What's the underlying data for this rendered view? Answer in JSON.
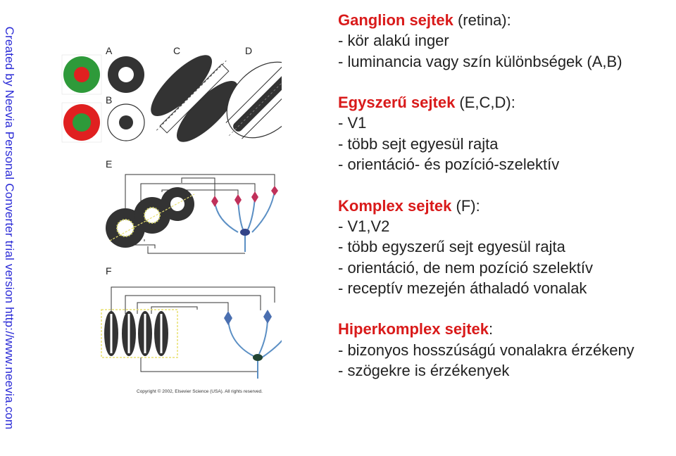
{
  "watermark": {
    "text": "Created by Neevia Personal Converter trial version ",
    "link": "http://www.neevia.com"
  },
  "figure": {
    "labels": {
      "a": "A",
      "b": "B",
      "c": "C",
      "d": "D",
      "e": "E",
      "f": "F"
    },
    "copyright": "Copyright © 2002, Elsevier Science (USA). All rights reserved.",
    "colors": {
      "red": "#e02020",
      "green": "#2e9a3a",
      "dark": "#333333",
      "neuron": "#5b8fc4",
      "yellow": "#e8e070"
    }
  },
  "content": {
    "ganglion": {
      "title": "Ganglion sejtek",
      "title_rest": " (retina):",
      "lines": [
        "- kör alakú inger",
        "- luminancia vagy szín különbségek (A,B)"
      ]
    },
    "simple": {
      "title": "Egyszerű sejtek",
      "title_rest": " (E,C,D):",
      "lines": [
        "- V1",
        "- több sejt egyesül rajta",
        "- orientáció- és pozíció-szelektív"
      ]
    },
    "complex": {
      "title": "Komplex sejtek",
      "title_rest": " (F):",
      "lines": [
        "- V1,V2",
        "- több egyszerű sejt egyesül rajta",
        "- orientáció, de nem pozíció szelektív",
        "- receptív mezején áthaladó vonalak"
      ]
    },
    "hyper": {
      "title": "Hiperkomplex sejtek",
      "title_rest": ":",
      "lines": [
        "- bizonyos hosszúságú vonalakra érzékeny",
        "- szögekre is érzékenyek"
      ]
    }
  }
}
